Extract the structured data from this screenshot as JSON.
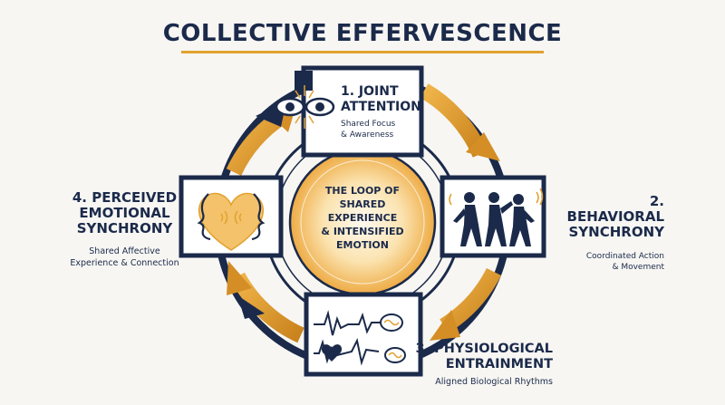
{
  "title": "COLLECTIVE EFFERVESCENCE",
  "center": {
    "line1": "THE LOOP OF",
    "line2": "SHARED EXPERIENCE",
    "line3": "& INTENSIFIED",
    "line4": "EMOTION"
  },
  "stages": {
    "joint_attention": {
      "title_l1": "1. JOINT",
      "title_l2": "ATTENTION",
      "sub_l1": "Shared Focus",
      "sub_l2": "& Awareness"
    },
    "behavioral_synchrony": {
      "title_l1": "2. BEHAVIORAL",
      "title_l2": "SYNCHRONY",
      "sub_l1": "Coordinated Action",
      "sub_l2": "& Movement"
    },
    "physiological_entrainment": {
      "title_l1": "3. PHYSIOLOGICAL",
      "title_l2": "ENTRAINMENT",
      "sub_l1": "Aligned Biological Rhythms"
    },
    "perceived_emotional_synchrony": {
      "title_l1": "4. PERCEIVED",
      "title_l2": "EMOTIONAL",
      "title_l3": "SYNCHRONY",
      "sub_l1": "Shared Affective",
      "sub_l2": "Experience & Connection"
    }
  },
  "colors": {
    "navy": "#1b2a4a",
    "orange": "#e2a12e",
    "dark_orange": "#c9821d",
    "background": "#f7f6f3"
  },
  "icons": {
    "joint_attention": "eyes-icon",
    "behavioral_synchrony": "dancing-people-icon",
    "physiological_entrainment": "heartbeat-brain-icon",
    "perceived_emotional_synchrony": "heart-faces-icon"
  }
}
